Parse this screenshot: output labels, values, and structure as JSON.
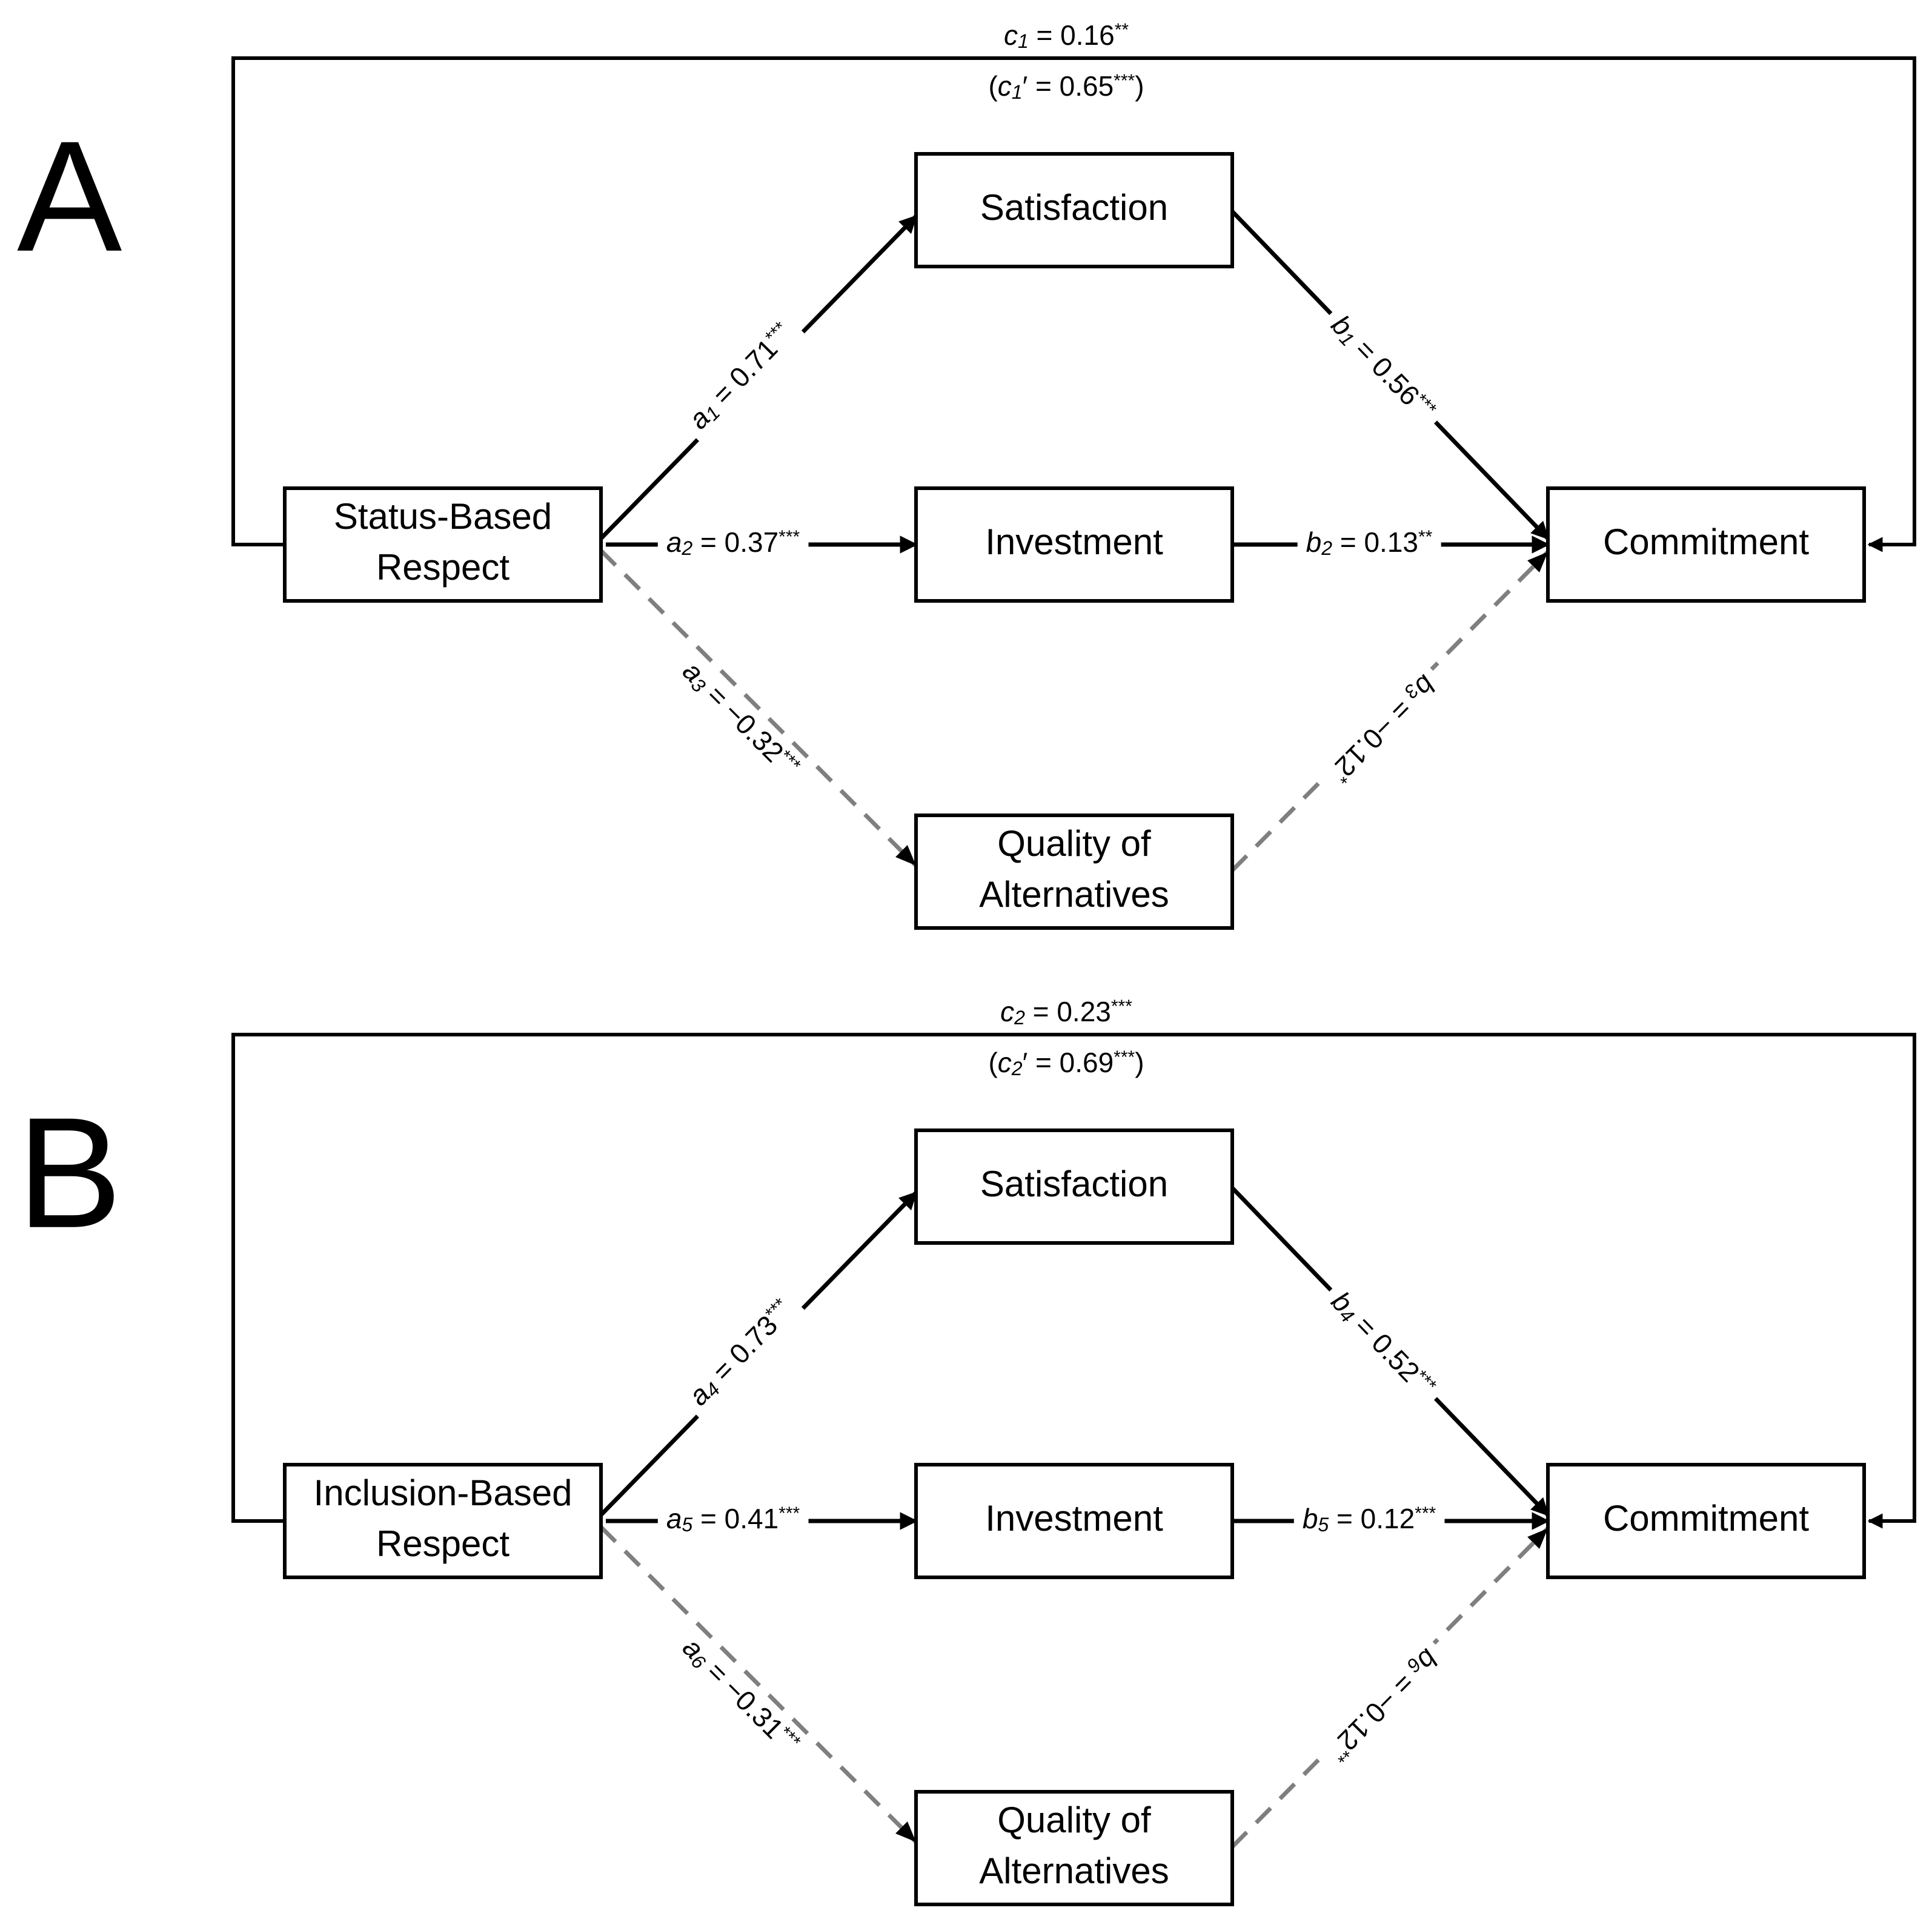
{
  "panels": [
    {
      "panel_label": "A",
      "nodes": {
        "predictor": [
          "Status-Based",
          "Respect"
        ],
        "satisfaction": [
          "Satisfaction"
        ],
        "investment": [
          "Investment"
        ],
        "alternatives": [
          "Quality of",
          "Alternatives"
        ],
        "outcome": [
          "Commitment"
        ]
      },
      "paths": {
        "a_top": {
          "sym": "a",
          "sub": "1",
          "eq": " = 0.71",
          "sig": "***"
        },
        "a_mid": {
          "sym": "a",
          "sub": "2",
          "eq": " = 0.37",
          "sig": "***"
        },
        "a_bot": {
          "sym": "a",
          "sub": "3",
          "eq": " = −0.32",
          "sig": "***"
        },
        "b_top": {
          "sym": "b",
          "sub": "1",
          "eq": " = 0.56",
          "sig": "***"
        },
        "b_mid": {
          "sym": "b",
          "sub": "2",
          "eq": " = 0.13",
          "sig": "**"
        },
        "b_bot": {
          "sym": "b",
          "sub": "3",
          "eq": " = −0.12",
          "sig": "*"
        },
        "c_total": {
          "pre": "",
          "sym": "c",
          "sub": "1",
          "eq": " = 0.16",
          "sig": "**",
          "post": ""
        },
        "c_direct": {
          "pre": "(",
          "sym": "c",
          "sub": "1",
          "eq": "′ = 0.65",
          "sig": "***",
          "post": ")"
        }
      }
    },
    {
      "panel_label": "B",
      "nodes": {
        "predictor": [
          "Inclusion-Based",
          "Respect"
        ],
        "satisfaction": [
          "Satisfaction"
        ],
        "investment": [
          "Investment"
        ],
        "alternatives": [
          "Quality of",
          "Alternatives"
        ],
        "outcome": [
          "Commitment"
        ]
      },
      "paths": {
        "a_top": {
          "sym": "a",
          "sub": "4",
          "eq": " = 0.73",
          "sig": "***"
        },
        "a_mid": {
          "sym": "a",
          "sub": "5",
          "eq": " = 0.41",
          "sig": "***"
        },
        "a_bot": {
          "sym": "a",
          "sub": "6",
          "eq": " = −0.31",
          "sig": "***"
        },
        "b_top": {
          "sym": "b",
          "sub": "4",
          "eq": " = 0.52",
          "sig": "***"
        },
        "b_mid": {
          "sym": "b",
          "sub": "5",
          "eq": " = 0.12",
          "sig": "***"
        },
        "b_bot": {
          "sym": "b",
          "sub": "6",
          "eq": " = −0.12",
          "sig": "**"
        },
        "c_total": {
          "pre": "",
          "sym": "c",
          "sub": "2",
          "eq": " = 0.23",
          "sig": "***",
          "post": ""
        },
        "c_direct": {
          "pre": "(",
          "sym": "c",
          "sub": "2",
          "eq": "′ = 0.69",
          "sig": "***",
          "post": ")"
        }
      }
    }
  ],
  "colors": {
    "line": "#000000",
    "dashed_line": "#7f7f7f",
    "background": "#ffffff"
  }
}
